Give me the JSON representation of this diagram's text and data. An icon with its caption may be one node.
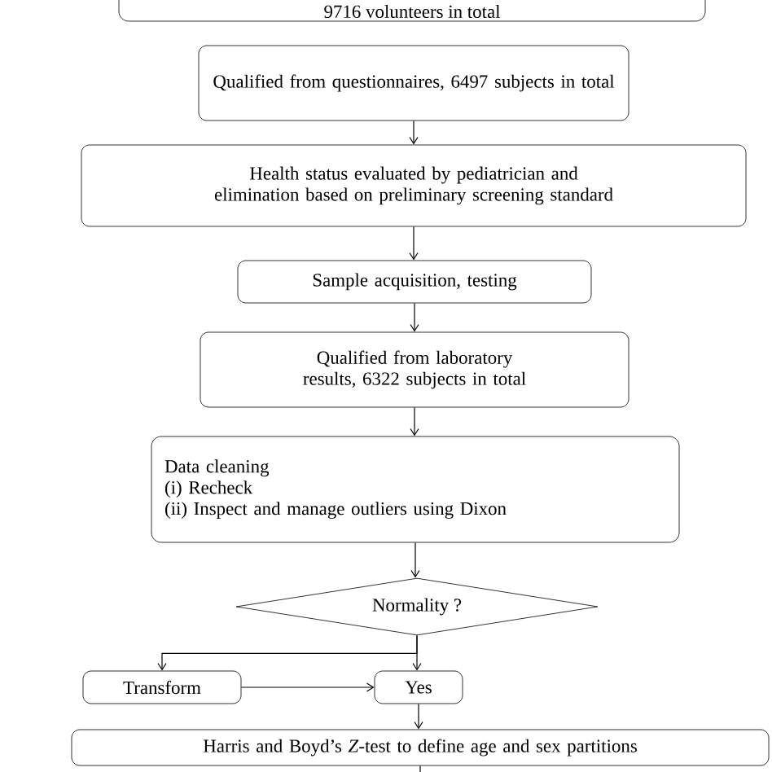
{
  "diagram": {
    "nodes": [
      {
        "text": [
          "9716 volunteers in total"
        ]
      },
      {
        "text": [
          "Qualified from questionnaires, 6497 subjects in total"
        ]
      },
      {
        "text": [
          "Health status evaluated by pediatrician and elimination based on preliminary screening standard"
        ]
      },
      {
        "text": [
          "Sample acquisition, testing"
        ]
      },
      {
        "text": [
          "Qualified from laboratory results, 6322 subjects in total"
        ]
      },
      {
        "text": [
          "Data cleaning",
          "(i) Recheck",
          "(ii) Inspect and manage outliers using Dixon"
        ]
      },
      {
        "text": [
          "Normality ?"
        ]
      },
      {
        "text": [
          "Transform"
        ]
      },
      {
        "text": [
          "Yes"
        ]
      },
      {
        "text": [
          "Harris and Boyd’s *Z*-test to define age and sex partitions"
        ]
      }
    ],
    "edges": [
      {
        "from": 1,
        "to": 2,
        "arrow": "to"
      },
      {
        "from": 2,
        "to": 3,
        "arrow": "to"
      },
      {
        "from": 3,
        "to": 4,
        "arrow": "to"
      },
      {
        "from": 4,
        "to": 5,
        "arrow": "to"
      },
      {
        "from": 5,
        "to": 6,
        "arrow": "to"
      },
      {
        "from": 6,
        "to": 7,
        "arrow": "to"
      },
      {
        "from": 6,
        "to": 8,
        "arrow": "to"
      },
      {
        "from": 7,
        "to": 8,
        "arrow": "to"
      },
      {
        "from": 8,
        "to": 9,
        "arrow": "to"
      },
      {
        "from": 9,
        "to": null,
        "arrow": "none"
      }
    ]
  }
}
